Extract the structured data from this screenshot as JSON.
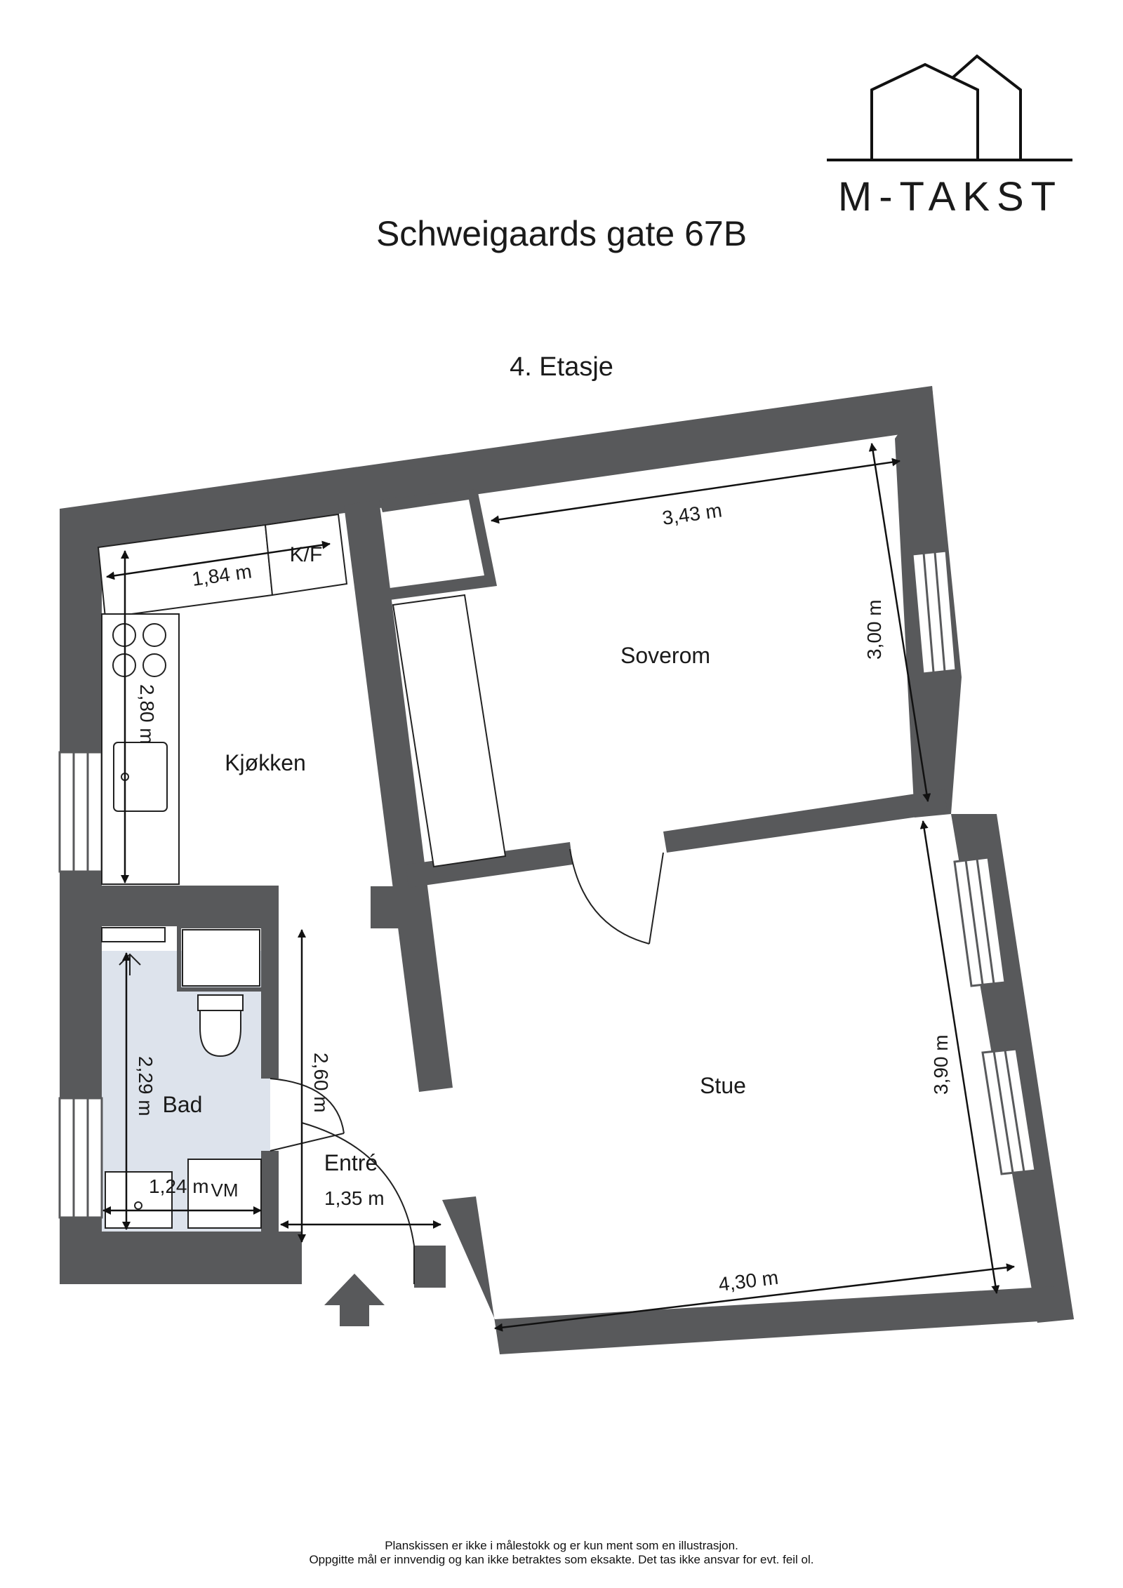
{
  "logo": {
    "text": "M-TAKST"
  },
  "title": "Schweigaards gate 67B",
  "floor": "4. Etasje",
  "rooms": {
    "kitchen": "Kjøkken",
    "bedroom": "Soverom",
    "living": "Stue",
    "bath": "Bad",
    "entry": "Entré"
  },
  "fixtures": {
    "fridge": "K/F",
    "washer": "VM"
  },
  "dimensions": {
    "kitchen_width": "1,84 m",
    "kitchen_length": "2,80 m",
    "bedroom_width": "3,43 m",
    "bedroom_length": "3,00 m",
    "living_width": "4,30 m",
    "living_length": "3,90 m",
    "bath_length": "2,29 m",
    "bath_width": "1,24 m",
    "entry_length": "2,60 m",
    "entry_width": "1,35 m"
  },
  "footer": {
    "line1": "Planskissen er ikke i målestokk og er kun ment som en illustrasjon.",
    "line2": "Oppgitte mål er innvendig og kan ikke betraktes som eksakte. Det tas ikke ansvar for evt. feil ol."
  },
  "colors": {
    "wall": "#58595b",
    "bath_floor": "#dde3ec",
    "line": "#111111"
  }
}
